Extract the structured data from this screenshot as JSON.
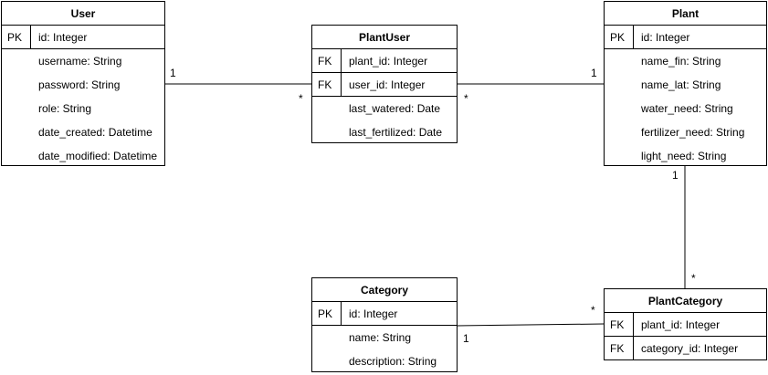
{
  "entities": [
    {
      "id": "user",
      "title": "User",
      "rows": [
        {
          "key": "PK",
          "attr": "id: Integer"
        },
        {
          "key": "",
          "attr": "username: String"
        },
        {
          "key": "",
          "attr": "password: String"
        },
        {
          "key": "",
          "attr": "role: String"
        },
        {
          "key": "",
          "attr": "date_created: Datetime"
        },
        {
          "key": "",
          "attr": "date_modified: Datetime"
        }
      ]
    },
    {
      "id": "plantuser",
      "title": "PlantUser",
      "rows": [
        {
          "key": "FK",
          "attr": "plant_id: Integer"
        },
        {
          "key": "FK",
          "attr": "user_id: Integer"
        },
        {
          "key": "",
          "attr": "last_watered: Date"
        },
        {
          "key": "",
          "attr": "last_fertilized: Date"
        }
      ]
    },
    {
      "id": "plant",
      "title": "Plant",
      "rows": [
        {
          "key": "PK",
          "attr": "id: Integer"
        },
        {
          "key": "",
          "attr": "name_fin: String"
        },
        {
          "key": "",
          "attr": "name_lat: String"
        },
        {
          "key": "",
          "attr": "water_need: String"
        },
        {
          "key": "",
          "attr": "fertilizer_need: String"
        },
        {
          "key": "",
          "attr": "light_need: String"
        }
      ]
    },
    {
      "id": "category",
      "title": "Category",
      "rows": [
        {
          "key": "PK",
          "attr": "id: Integer"
        },
        {
          "key": "",
          "attr": "name: String"
        },
        {
          "key": "",
          "attr": "description: String"
        }
      ]
    },
    {
      "id": "plantcategory",
      "title": "PlantCategory",
      "rows": [
        {
          "key": "FK",
          "attr": "plant_id: Integer"
        },
        {
          "key": "FK",
          "attr": "category_id: Integer"
        }
      ]
    }
  ],
  "relations": [
    {
      "from": "user",
      "to": "plantuser",
      "from_mult": "1",
      "to_mult": "*"
    },
    {
      "from": "plant",
      "to": "plantuser",
      "from_mult": "1",
      "to_mult": "*"
    },
    {
      "from": "plant",
      "to": "plantcategory",
      "from_mult": "1",
      "to_mult": "*"
    },
    {
      "from": "category",
      "to": "plantcategory",
      "from_mult": "1",
      "to_mult": "*"
    }
  ],
  "colors": {
    "line": "#000000",
    "fill": "#ffffff"
  }
}
